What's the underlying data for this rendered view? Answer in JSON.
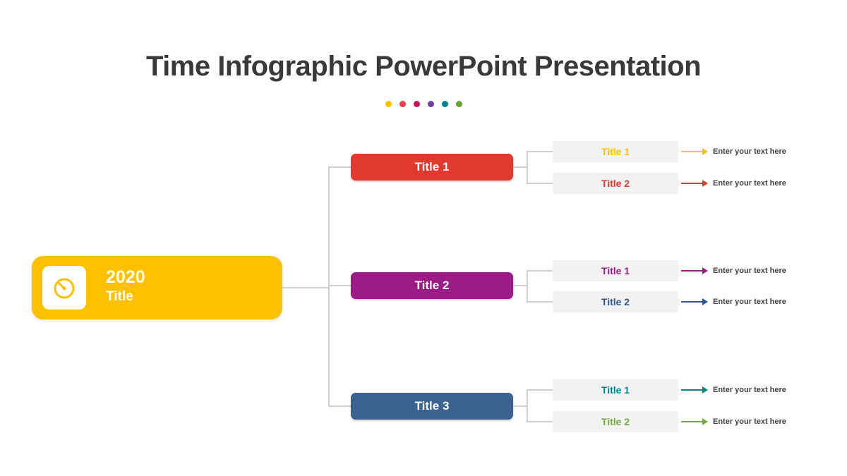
{
  "title": "Time Infographic PowerPoint Presentation",
  "dots": [
    "#FFC000",
    "#E8414B",
    "#C2185B",
    "#6C3FA0",
    "#00838F",
    "#689F38"
  ],
  "root": {
    "year": "2020",
    "label": "Title",
    "color": "#FFC000",
    "icon": "gauge-icon"
  },
  "branches": [
    {
      "label": "Title 1",
      "color": "#E2392E",
      "children": [
        {
          "label": "Title 1",
          "color": "#FFC000",
          "text": "Enter your text here"
        },
        {
          "label": "Title 2",
          "color": "#E2392E",
          "text": "Enter your text here"
        }
      ]
    },
    {
      "label": "Title 2",
      "color": "#9C1B87",
      "children": [
        {
          "label": "Title 1",
          "color": "#9C1B87",
          "text": "Enter your text here"
        },
        {
          "label": "Title 2",
          "color": "#2F5496",
          "text": "Enter your text here"
        }
      ]
    },
    {
      "label": "Title 3",
      "color": "#3C6292",
      "children": [
        {
          "label": "Title 1",
          "color": "#00858E",
          "text": "Enter your text here"
        },
        {
          "label": "Title 2",
          "color": "#76A93F",
          "text": "Enter your text here"
        }
      ]
    }
  ]
}
